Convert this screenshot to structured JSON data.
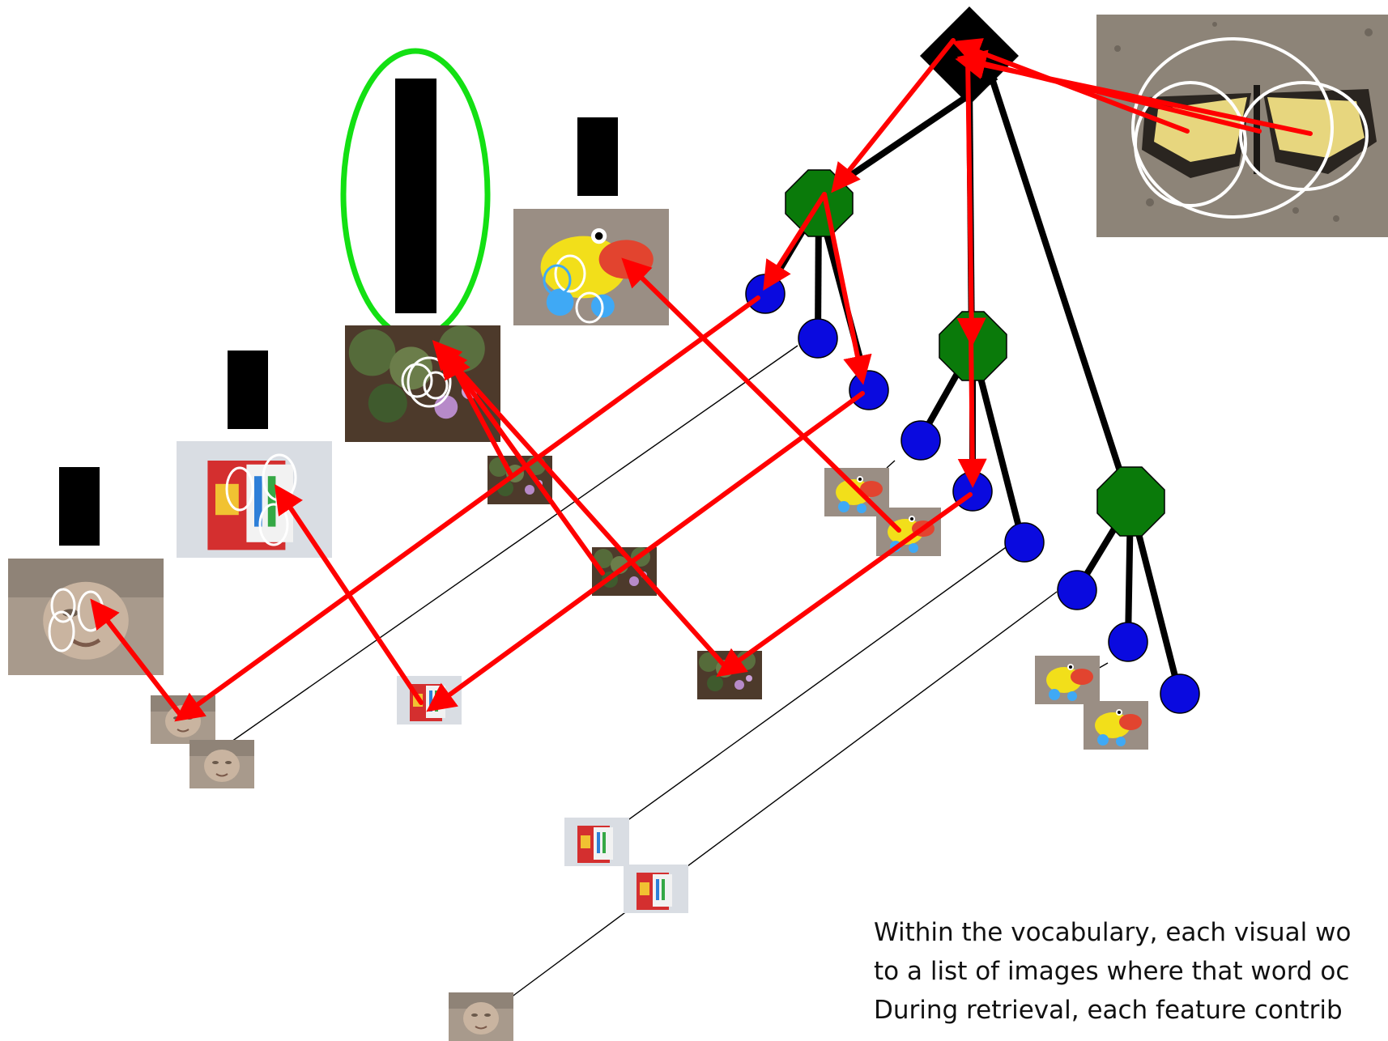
{
  "caption": {
    "lines": [
      "Within the vocabulary, each visual wo",
      "to a list of images where that word oc",
      "During retrieval, each feature contrib"
    ]
  },
  "diagram": {
    "description_free": true,
    "score_bar_heights": [
      1,
      1,
      2.9,
      1
    ],
    "winning_bar_index": 2,
    "colors": {
      "root_node": "#000000",
      "inner_node": "#0a7a0a",
      "leaf_node": "#0a0adf",
      "tree_edge": "#000000",
      "feature_path": "#ff0000",
      "winner_highlight": "#13e013",
      "feature_ellipse": "#ffffff"
    },
    "icons": {
      "query": "butterfly-photo",
      "database": [
        "face-photo",
        "box-photo",
        "flower-photo",
        "toy-duck-photo"
      ]
    }
  }
}
